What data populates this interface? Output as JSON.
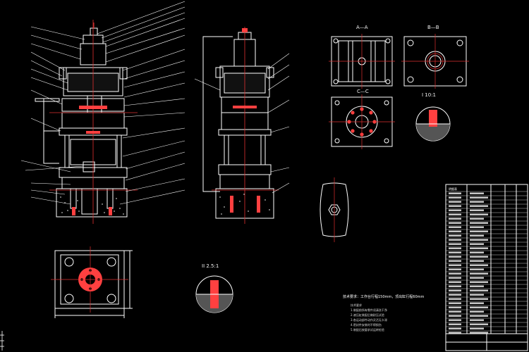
{
  "drawing": {
    "background": "#000000",
    "line_color": "#ffffff",
    "centerline_color": "#e03030",
    "fill_color": "#ff4040"
  },
  "views": {
    "top_view_a": "A—A",
    "top_view_b": "B—B",
    "section_c": "C—C",
    "detail_i": "I  10:1",
    "detail_ii": "II  2.5:1"
  },
  "technical_requirements": {
    "title": "技术要求：工作台行程150mm，顶出缸行程60mm",
    "notes": [
      "技术要求",
      "1.装配前所有零件须清洗干净",
      "2.液压缸装配后做耐压试验",
      "3.各运动部件动作灵活无卡滞",
      "4.密封件安装时不得损伤",
      "5.装配后按要求试运转检验"
    ]
  },
  "title_block": {
    "header": "明细表"
  }
}
